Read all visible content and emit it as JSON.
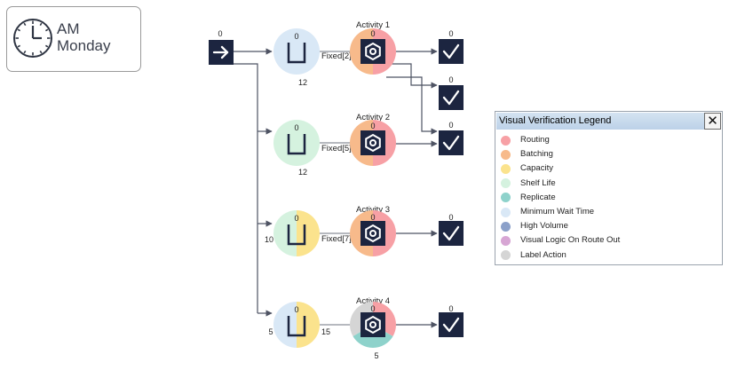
{
  "clock": {
    "icon": "clock-icon",
    "period": "AM",
    "day": "Monday"
  },
  "colors": {
    "node_dark": "#1c2540",
    "edge": "#4e5363",
    "routing": "#f7a0a5",
    "batching": "#f7ba8b",
    "capacity": "#fbe38d",
    "shelf_life": "#d5f2df",
    "replicate": "#8ed2cb",
    "min_wait": "#d9e8f6",
    "high_volume": "#8ba0c9",
    "visual_logic": "#d7a6d4",
    "label_action": "#d5d5d5"
  },
  "entry": {
    "count": "0",
    "icon": "arrow-right-icon"
  },
  "queues": [
    {
      "id": "q1",
      "top": "0",
      "bottom": "12",
      "left": "",
      "right": "",
      "ring": [
        "min_wait"
      ]
    },
    {
      "id": "q2",
      "top": "0",
      "bottom": "12",
      "left": "",
      "right": "",
      "ring": [
        "shelf_life"
      ]
    },
    {
      "id": "q3",
      "top": "0",
      "bottom": "",
      "left": "10",
      "right": "",
      "ring": [
        "shelf_life",
        "capacity"
      ]
    },
    {
      "id": "q4",
      "top": "0",
      "bottom": "",
      "left": "5",
      "right": "15",
      "ring": [
        "min_wait",
        "capacity"
      ]
    }
  ],
  "activities": [
    {
      "id": "a1",
      "title": "Activity 1",
      "count": "0",
      "bottom": "",
      "edge_label": "Fixed[2]",
      "ring": "batch-route"
    },
    {
      "id": "a2",
      "title": "Activity 2",
      "count": "0",
      "bottom": "",
      "edge_label": "Fixed[5]",
      "ring": "batch-route"
    },
    {
      "id": "a3",
      "title": "Activity 3",
      "count": "0",
      "bottom": "",
      "edge_label": "Fixed[7]",
      "ring": "batch-route"
    },
    {
      "id": "a4",
      "title": "Activity 4",
      "count": "0",
      "bottom": "5",
      "edge_label": "",
      "ring": "label-route-replicate"
    }
  ],
  "exits": [
    {
      "id": "e1",
      "count": "0"
    },
    {
      "id": "e2",
      "count": "0"
    },
    {
      "id": "e3",
      "count": "0"
    },
    {
      "id": "e4",
      "count": "0"
    },
    {
      "id": "e5",
      "count": "0"
    }
  ],
  "legend": {
    "title": "Visual Verification Legend",
    "close_label": "✕",
    "items": [
      {
        "label": "Routing",
        "color": "#f7a0a5"
      },
      {
        "label": "Batching",
        "color": "#f7ba8b"
      },
      {
        "label": "Capacity",
        "color": "#fbe38d"
      },
      {
        "label": "Shelf Life",
        "color": "#d5f2df"
      },
      {
        "label": "Replicate",
        "color": "#8ed2cb"
      },
      {
        "label": "Minimum Wait Time",
        "color": "#d9e8f6"
      },
      {
        "label": "High Volume",
        "color": "#8ba0c9"
      },
      {
        "label": "Visual Logic On Route Out",
        "color": "#d7a6d4"
      },
      {
        "label": "Label Action",
        "color": "#d5d5d5"
      }
    ]
  }
}
